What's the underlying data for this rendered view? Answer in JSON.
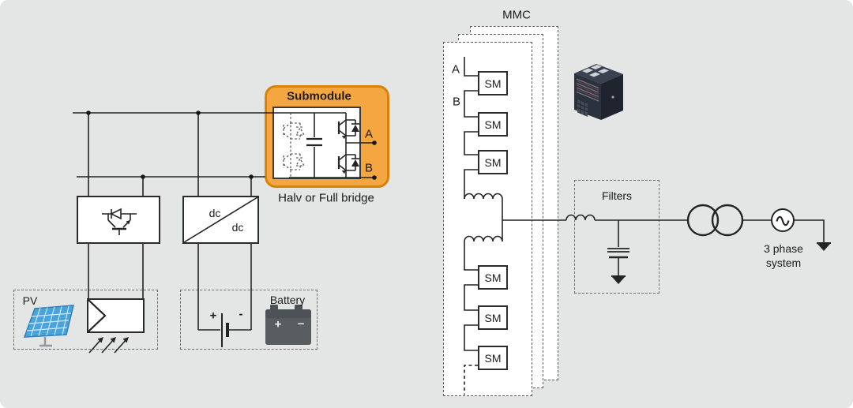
{
  "canvas": {
    "background": "#e4e5e5",
    "line_color": "#242424"
  },
  "colors": {
    "submodule_fill": "#f4a640",
    "submodule_border": "#d9820a",
    "pv_panel_blue": "#4aa3dc",
    "battery_icon_gray": "#585d60",
    "cabinet_dark": "#2b313d"
  },
  "submodule": {
    "title": "Submodule",
    "caption": "Halv or Full bridge",
    "terminal_a": "A",
    "terminal_b": "B"
  },
  "converters": {
    "dc_top": "dc",
    "dc_bottom": "dc"
  },
  "pv": {
    "label": "PV"
  },
  "battery": {
    "label": "Battery",
    "plus": "+",
    "minus": "-",
    "icon_plus": "+",
    "icon_minus": "–"
  },
  "mmc": {
    "label": "MMC",
    "terminal_a": "A",
    "terminal_b": "B",
    "sm_labels": [
      "SM",
      "SM",
      "SM",
      "SM",
      "SM",
      "SM"
    ]
  },
  "filters": {
    "label": "Filters"
  },
  "grid": {
    "line1": "3 phase",
    "line2": "system"
  }
}
